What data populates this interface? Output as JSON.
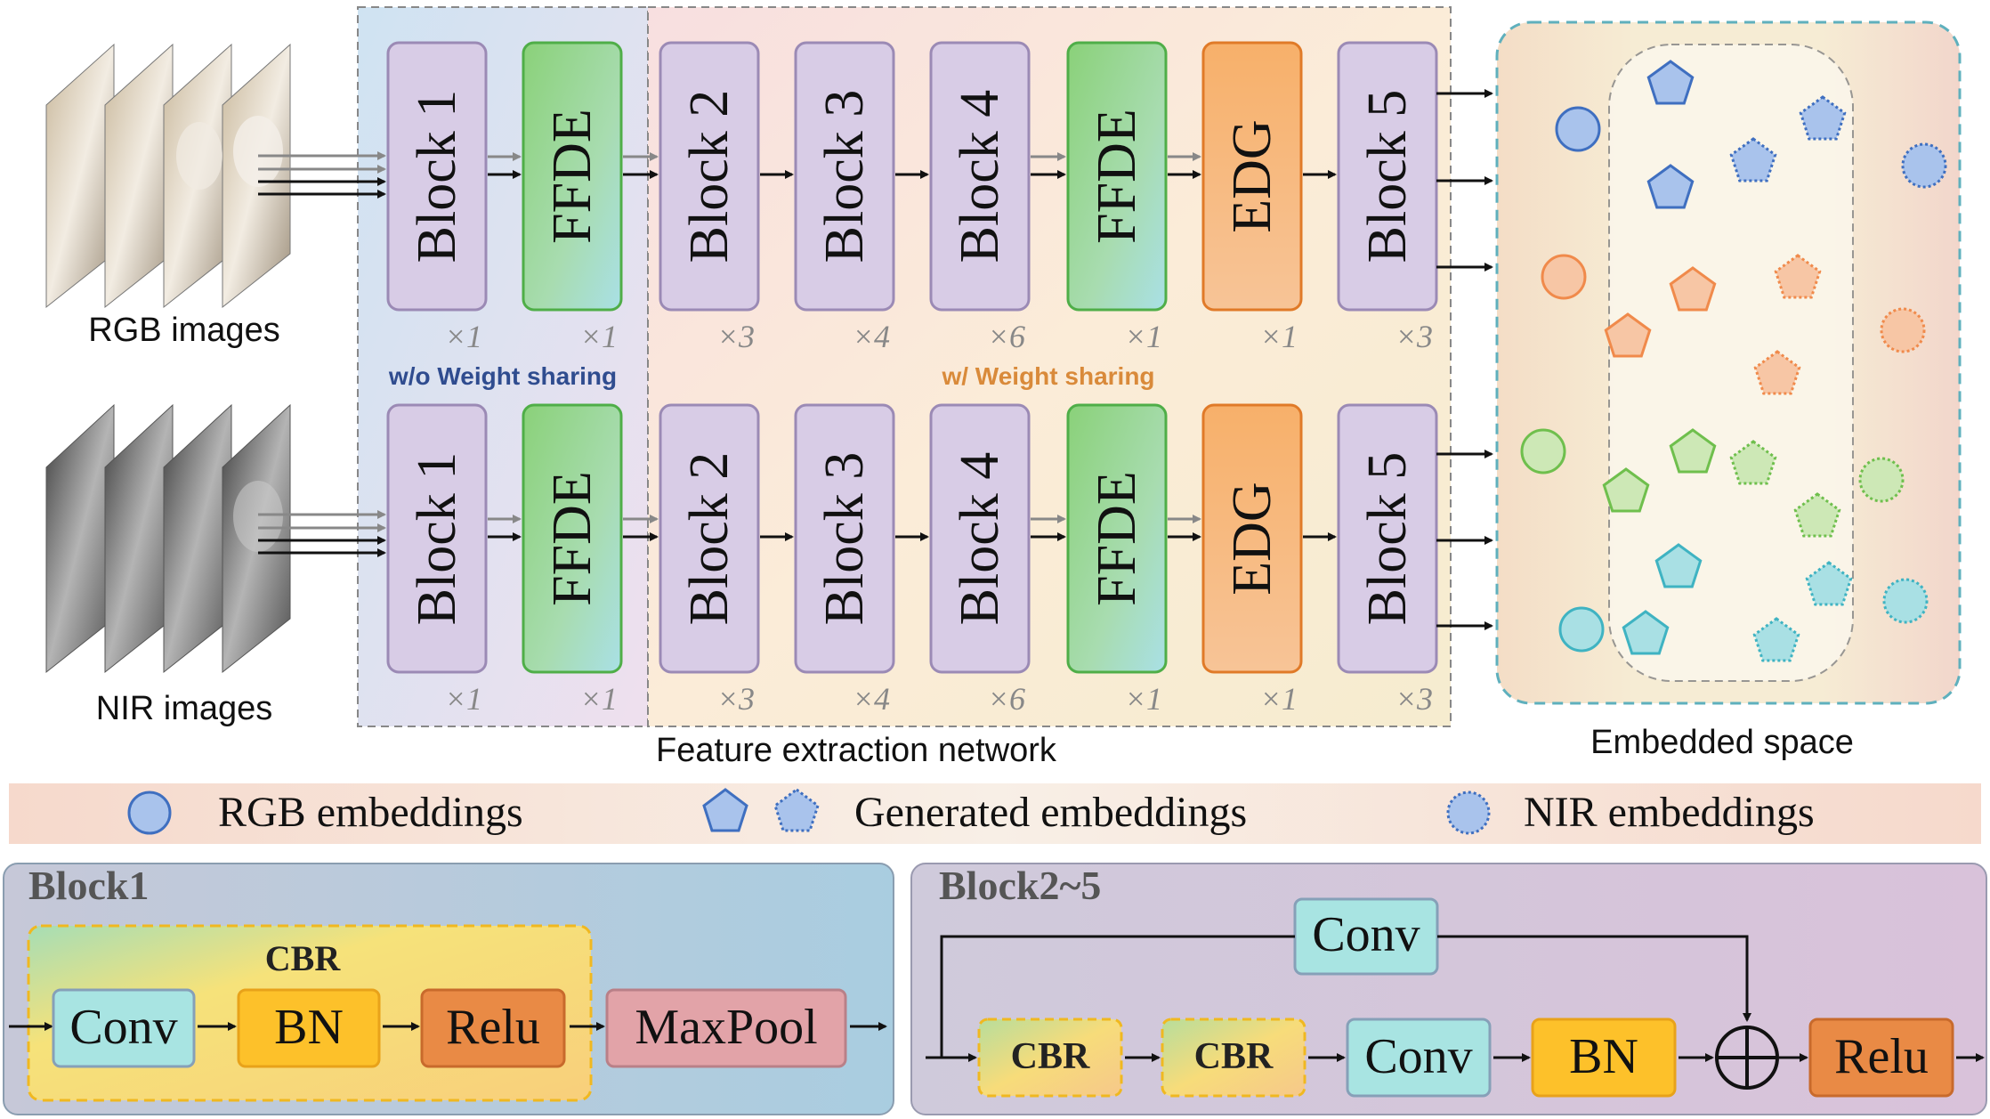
{
  "top": {
    "rgb_label": "RGB images",
    "nir_label": "NIR images",
    "region_left": "w/o Weight sharing",
    "region_right": "w/ Weight sharing",
    "network_caption": "Feature extraction network",
    "embed_caption": "Embedded space",
    "blocks": [
      {
        "label": "Block 1",
        "kind": "block",
        "mult": "×1"
      },
      {
        "label": "FFDE",
        "kind": "ffde",
        "mult": "×1"
      },
      {
        "label": "Block 2",
        "kind": "block",
        "mult": "×3"
      },
      {
        "label": "Block 3",
        "kind": "block",
        "mult": "×4"
      },
      {
        "label": "Block 4",
        "kind": "block",
        "mult": "×6"
      },
      {
        "label": "FFDE",
        "kind": "ffde",
        "mult": "×1"
      },
      {
        "label": "EDG",
        "kind": "edg",
        "mult": "×1"
      },
      {
        "label": "Block 5",
        "kind": "block",
        "mult": "×3"
      }
    ]
  },
  "legend": {
    "rgb": "RGB embeddings",
    "generated": "Generated embeddings",
    "nir": "NIR embeddings"
  },
  "block1": {
    "title": "Block1",
    "group_label": "CBR",
    "conv": "Conv",
    "bn": "BN",
    "relu": "Relu",
    "maxpool": "MaxPool"
  },
  "block25": {
    "title": "Block2~5",
    "skip_conv": "Conv",
    "cbr1": "CBR",
    "cbr2": "CBR",
    "conv": "Conv",
    "bn": "BN",
    "relu": "Relu"
  },
  "colors": {
    "block_fill": "#d8cce6",
    "block_stroke": "#9b8ab5",
    "ffde_green": "#7ccf6e",
    "ffde_teal": "#a9dfe0",
    "edg_orange": "#f5a054",
    "conv_fill": "#a8e4e2",
    "bn_fill": "#fdc12a",
    "relu_fill": "#e98a45",
    "maxpool_fill": "#e2a3a8",
    "embed_blue": "#3f6fc0",
    "embed_orange": "#f08a4b",
    "embed_green": "#6fbf4d",
    "embed_teal": "#3fb3c2"
  }
}
